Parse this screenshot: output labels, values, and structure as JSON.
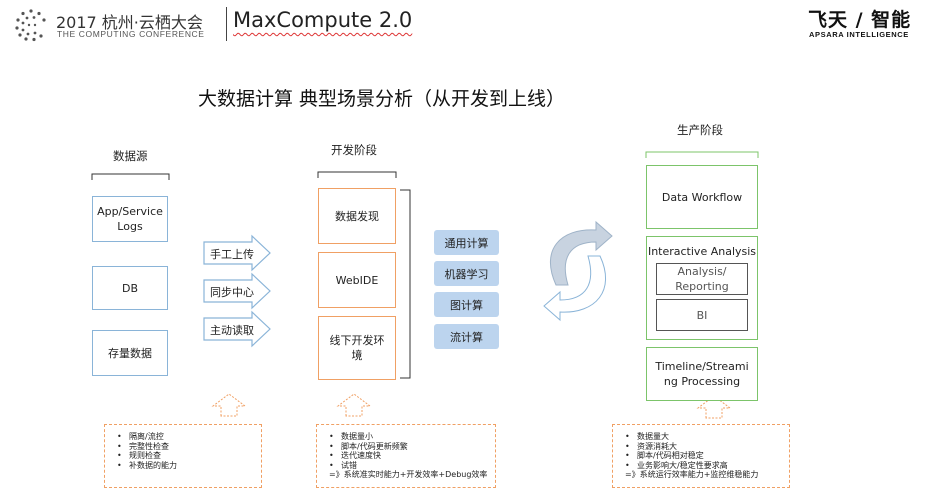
{
  "header": {
    "year_title": "2017 杭州·云栖大会",
    "subtitle": "THE COMPUTING CONFERENCE",
    "product": "MaxCompute 2.0",
    "brand_cn": "飞天 / 智能",
    "brand_en": "APSARA INTELLIGENCE"
  },
  "title": "大数据计算 典型场景分析（从开发到上线）",
  "sources": {
    "label": "数据源",
    "items": [
      "App/Service Logs",
      "DB",
      "存量数据"
    ]
  },
  "ingest_arrows": [
    "手工上传",
    "同步中心",
    "主动读取"
  ],
  "dev": {
    "label": "开发阶段",
    "items": [
      "数据发现",
      "WebIDE",
      "线下开发环境"
    ]
  },
  "compute_tags": [
    "通用计算",
    "机器学习",
    "图计算",
    "流计算"
  ],
  "prod": {
    "label": "生产阶段",
    "data_workflow": "Data Workflow",
    "interactive": "Interactive Analysis",
    "analysis_reporting": "Analysis/ Reporting",
    "bi": "BI",
    "timeline": "Timeline/Streaming Processing"
  },
  "notes": {
    "source": {
      "items": [
        "隔离/流控",
        "完整性检查",
        "规则检查",
        "补数据的能力"
      ]
    },
    "dev": {
      "items": [
        "数据量小",
        "脚本/代码更新频繁",
        "迭代速度快",
        "试错"
      ],
      "summary": "=》系统准实时能力+开发效率+Debug效率"
    },
    "prod": {
      "items": [
        "数据量大",
        "资源消耗大",
        "脚本/代码相对稳定",
        "业务影响大/稳定性要求高"
      ],
      "summary": "=》系统运行效率能力+监控维稳能力"
    }
  },
  "colors": {
    "source_border": "#8ab4d8",
    "dev_border": "#f0a064",
    "prod_border": "#7cc46a",
    "tag_fill": "#bcd4ee"
  }
}
